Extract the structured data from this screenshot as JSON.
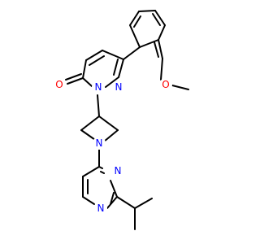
{
  "atom_labels": {
    "carbonyl_oxygen": "O",
    "methoxy_oxygen": "O",
    "pyridazinone_n2": "N",
    "pyridazinone_n1": "N",
    "azetidine_n": "N",
    "pyrimidine_n3": "N",
    "pyrimidine_n1": "N"
  },
  "colors": {
    "bond": "#000000",
    "oxygen": "#ff0000",
    "nitrogen": "#0000ff",
    "background": "#ffffff"
  }
}
